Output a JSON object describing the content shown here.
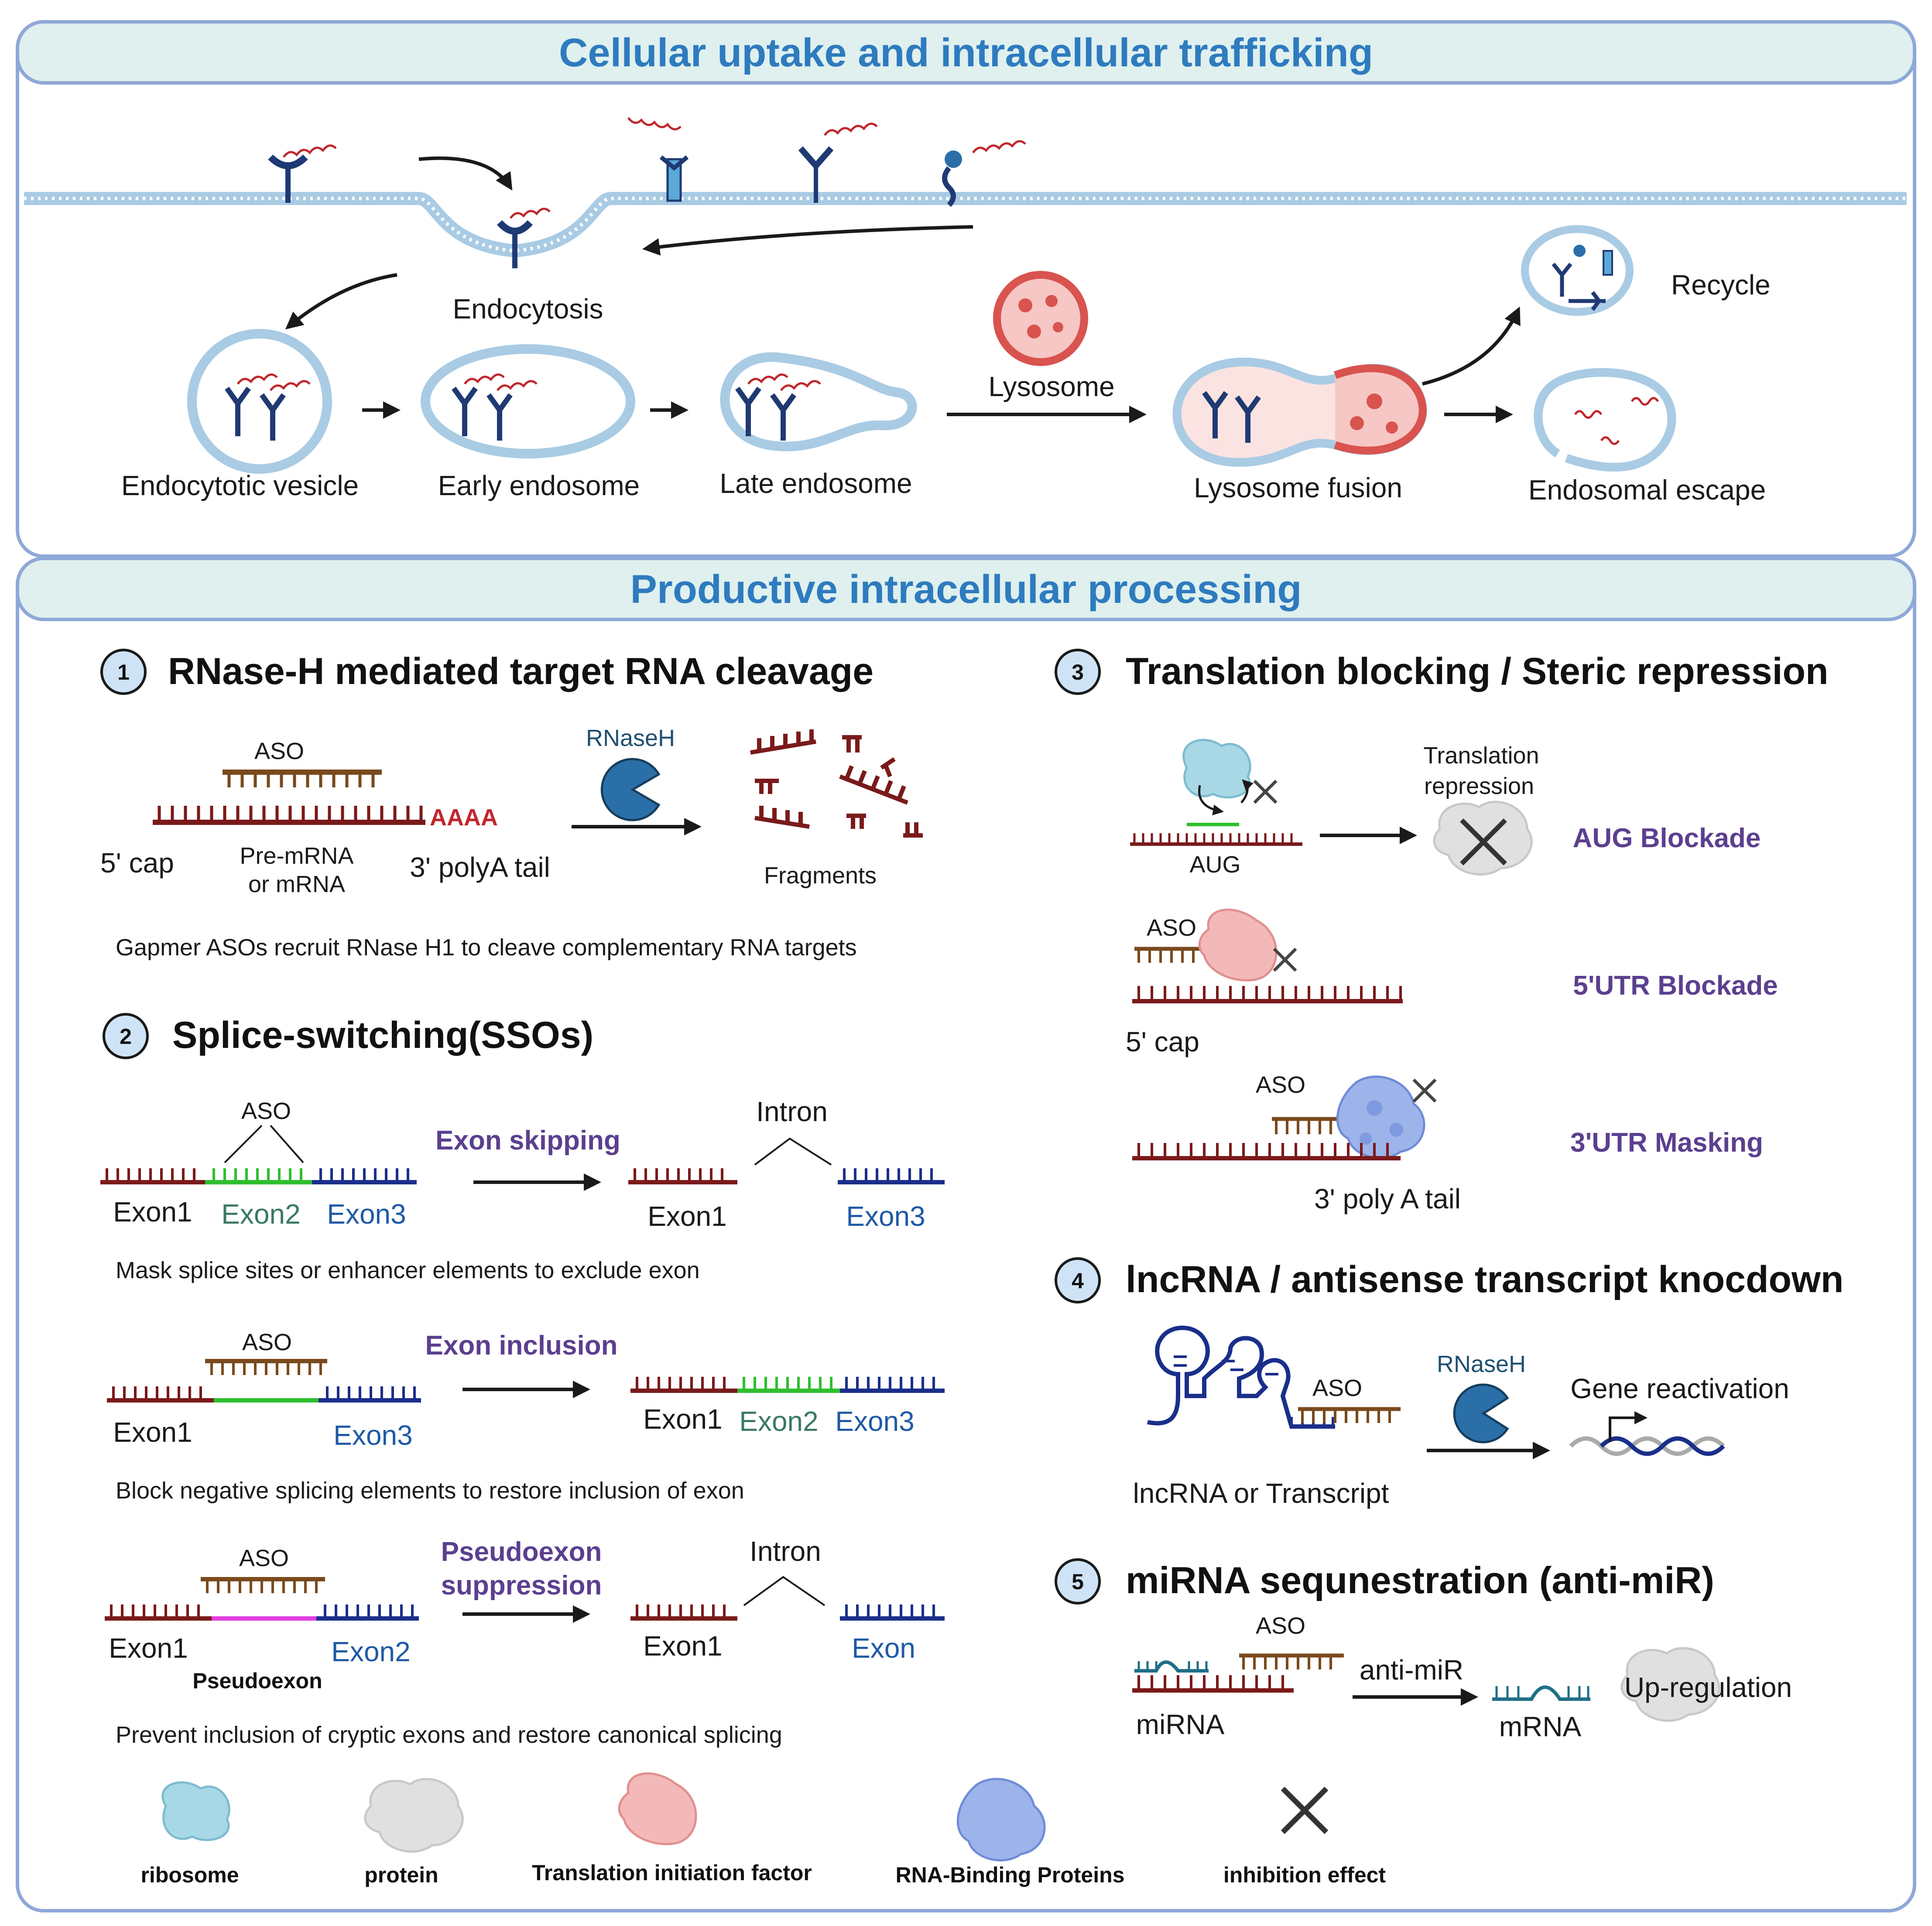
{
  "panels": {
    "uptake": {
      "title": "Cellular uptake and intracellular trafficking",
      "labels": {
        "endocytosis": "Endocytosis",
        "vesicle": "Endocytotic vesicle",
        "early": "Early endosome",
        "late": "Late endosome",
        "lysosome": "Lysosome",
        "fusion": "Lysosome fusion",
        "recycle": "Recycle",
        "escape": "Endosomal escape"
      }
    },
    "processing": {
      "title": "Productive intracellular processing"
    }
  },
  "sections": {
    "s1": {
      "num": "1",
      "title": "RNase-H mediated target RNA cleavage",
      "aso": "ASO",
      "polya": "AAAA",
      "cap": "5' cap",
      "mrna1": "Pre-mRNA",
      "mrna2": "or mRNA",
      "tail": "3' polyA tail",
      "rnaseh": "RNaseH",
      "fragments": "Fragments",
      "desc": "Gapmer ASOs recruit RNase H1 to cleave complementary RNA targets"
    },
    "s2": {
      "num": "2",
      "title": "Splice-switching(SSOs)",
      "a": {
        "aso": "ASO",
        "method": "Exon skipping",
        "intron": "Intron",
        "exon1": "Exon1",
        "exon2": "Exon2",
        "exon3": "Exon3",
        "out_exon1": "Exon1",
        "out_exon3": "Exon3",
        "desc": "Mask splice sites or enhancer elements to exclude  exon"
      },
      "b": {
        "aso": "ASO",
        "method": "Exon inclusion",
        "exon1": "Exon1",
        "exon3": "Exon3",
        "out_exon1": "Exon1",
        "out_exon2": "Exon2",
        "out_exon3": "Exon3",
        "desc": "Block negative splicing elements to restore inclusion of  exon"
      },
      "c": {
        "aso": "ASO",
        "method1": "Pseudoexon",
        "method2": "suppression",
        "intron": "Intron",
        "exon1": "Exon1",
        "exon2": "Exon2",
        "pseudo": "Pseudoexon",
        "out_exon1": "Exon1",
        "out_exon": "Exon",
        "desc": "Prevent inclusion of cryptic exons and restore canonical splicing"
      }
    },
    "s3": {
      "num": "3",
      "title": "Translation blocking / Steric repression",
      "aug": "AUG",
      "repr1": "Translation",
      "repr2": "repression",
      "aug_block": "AUG Blockade",
      "aso_b": "ASO",
      "cap": "5' cap",
      "utr5": "5'UTR  Blockade",
      "aso_c": "ASO",
      "tail": "3' poly A tail",
      "utr3": "3'UTR  Masking"
    },
    "s4": {
      "num": "4",
      "title": "lncRNA / antisense transcript knocdown",
      "aso": "ASO",
      "rnaseh": "RNaseH",
      "gene": "Gene reactivation",
      "lnc": "lncRNA or Transcript"
    },
    "s5": {
      "num": "5",
      "title": "miRNA sequnestration (anti-miR)",
      "aso": "ASO",
      "antimir": "anti-miR",
      "mirna": "miRNA",
      "mrna": "mRNA",
      "up": "Up-regulation"
    }
  },
  "legend": [
    {
      "label": "ribosome",
      "icon": "ribosome-icon"
    },
    {
      "label": "protein",
      "icon": "protein-icon"
    },
    {
      "label": "Translation initiation factor",
      "icon": "initiation-factor-icon"
    },
    {
      "label": "RNA-Binding Proteins",
      "icon": "rna-binding-protein-icon"
    },
    {
      "label": "inhibition effect",
      "icon": "inhibition-x-icon"
    }
  ],
  "colors": {
    "panel_border": "#8fa8d8",
    "header_fill": "#dff0ee",
    "title_blue": "#2e7bbf",
    "rna_red": "#7a1a1a",
    "aso_brown": "#7a4a1c",
    "exon_green": "#2fbf2f",
    "exon_blue": "#1a2f8a",
    "pseudo_pink": "#e040e0",
    "rnaseh_blue": "#2a6fa8",
    "method_purple": "#5b3f8f",
    "receptor_navy": "#1f3a73"
  }
}
